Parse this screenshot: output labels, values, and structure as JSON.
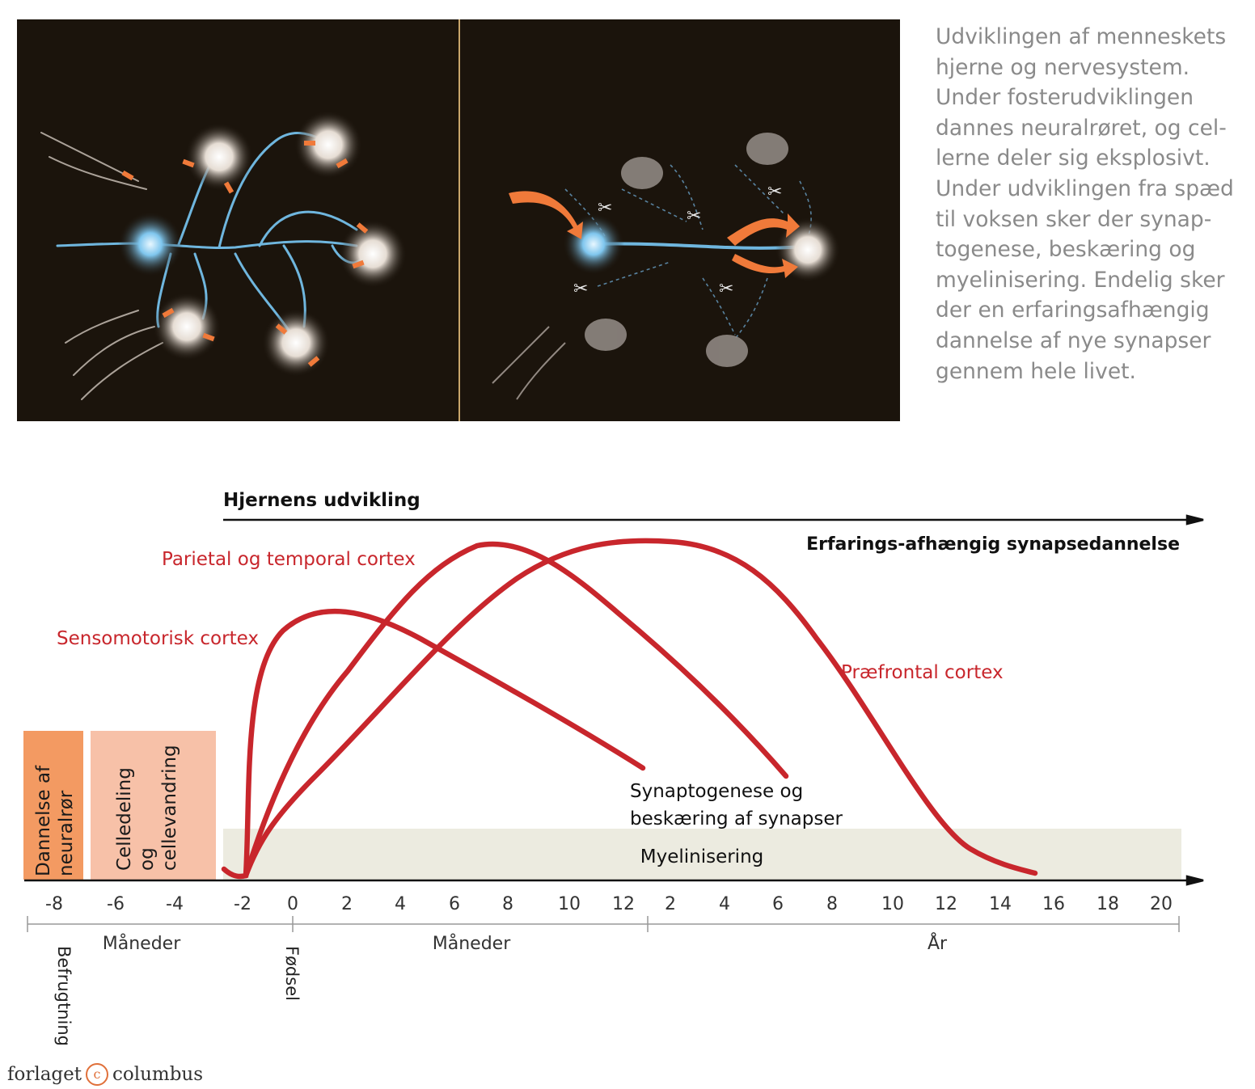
{
  "caption": "Udviklingen af menneskets\nhjerne og nervesystem.\nUnder fosterudviklingen\ndannes neuralrøret, og cel-\nlerne deler sig eksplosivt.\nUnder udviklingen fra spæd\ntil voksen sker der synap-\ntogenese, beskæring og\nmyelinisering. Endelig sker\nder en erfaringsafhængig\ndannelse af nye synapser\ngennem hele livet.",
  "timeline": {
    "title": "Hjernens udvikling",
    "experience_label": "Erfarings-afhængig synapsedannelse",
    "curve_labels": {
      "sensorimotor": "Sensomotorisk cortex",
      "parietal": "Parietal og temporal cortex",
      "prefrontal": "Præfrontal cortex"
    },
    "synaptogenesis_label": [
      "Synaptogenese og",
      "beskæring af synapser"
    ],
    "myelination_label": "Myelinisering",
    "phases": {
      "neural_tube": "Dannelse af\nneuralrør",
      "cell_division": "Celledeling\nog\ncellevandring"
    },
    "ticks": [
      "-8",
      "-6",
      "-4",
      "-2",
      "0",
      "2",
      "4",
      "6",
      "8",
      "10",
      "12",
      "2",
      "4",
      "6",
      "8",
      "10",
      "12",
      "14",
      "16",
      "18",
      "20"
    ],
    "unit_labels": {
      "months_before": "Måneder",
      "months_after": "Måneder",
      "years": "År"
    },
    "events": {
      "conception": "Befrugtning",
      "birth": "Fødsel"
    }
  },
  "colors": {
    "curve": "#c8262c",
    "neural_tube_bar": "#f39a62",
    "cell_division_bar": "#f7c1a8",
    "myelination_band": "#ecebe0",
    "caption_text": "#8a8a8a",
    "logo_accent": "#e0703a"
  },
  "logo": {
    "left": "forlaget",
    "icon": "copyright-circle-icon",
    "right": "columbus"
  }
}
